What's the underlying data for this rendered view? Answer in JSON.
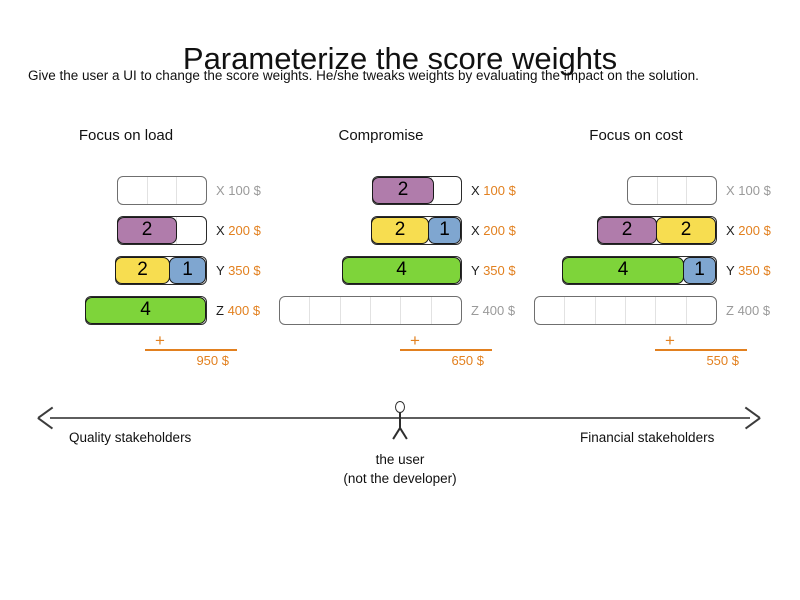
{
  "header": {
    "title": "Parameterize the score weights",
    "subtitle": "Give the user a UI to change the score weights. He/she tweaks weights by evaluating the impact on the solution."
  },
  "colors": {
    "purple": "#b07cab",
    "yellow": "#f7dd50",
    "blue": "#7fa6d0",
    "green": "#7ed43a",
    "accent_orange": "#e2801f",
    "muted_grey": "#9a9a9a",
    "track_border": "#6f6f6f"
  },
  "scenarios": [
    {
      "title": "Focus on load",
      "rows": [
        {
          "key": "X",
          "amount": "100 $",
          "muted": true,
          "track_cells": 3,
          "track_width": 90,
          "segments": []
        },
        {
          "key": "X",
          "amount": "200 $",
          "muted": false,
          "track_cells": 3,
          "track_width": 90,
          "segments": [
            {
              "value": "2",
              "color": "purple",
              "width": 60
            }
          ]
        },
        {
          "key": "Y",
          "amount": "350 $",
          "muted": false,
          "track_cells": 3,
          "track_width": 90,
          "segments": [
            {
              "value": "2",
              "color": "yellow",
              "width": 55
            },
            {
              "value": "1",
              "color": "blue",
              "width": 37
            }
          ]
        },
        {
          "key": "Z",
          "amount": "400 $",
          "muted": false,
          "track_cells": 3,
          "track_width": 90,
          "segments": [
            {
              "value": "4",
              "color": "green",
              "width": 122
            }
          ]
        }
      ],
      "total": {
        "plus": "+",
        "value": "950 $"
      }
    },
    {
      "title": "Compromise",
      "rows": [
        {
          "key": "X",
          "amount": "100 $",
          "muted": false,
          "track_cells": 3,
          "track_width": 90,
          "segments": [
            {
              "value": "2",
              "color": "purple",
              "width": 62
            }
          ]
        },
        {
          "key": "X",
          "amount": "200 $",
          "muted": false,
          "track_cells": 3,
          "track_width": 90,
          "segments": [
            {
              "value": "2",
              "color": "yellow",
              "width": 58
            },
            {
              "value": "1",
              "color": "blue",
              "width": 33
            }
          ]
        },
        {
          "key": "Y",
          "amount": "350 $",
          "muted": false,
          "track_cells": 3,
          "track_width": 90,
          "segments": [
            {
              "value": "4",
              "color": "green",
              "width": 120
            }
          ]
        },
        {
          "key": "Z",
          "amount": "400 $",
          "muted": true,
          "track_cells": 6,
          "track_width": 183,
          "segments": []
        }
      ],
      "total": {
        "plus": "+",
        "value": "650 $"
      }
    },
    {
      "title": "Focus on cost",
      "rows": [
        {
          "key": "X",
          "amount": "100 $",
          "muted": true,
          "track_cells": 3,
          "track_width": 90,
          "segments": []
        },
        {
          "key": "X",
          "amount": "200 $",
          "muted": false,
          "track_cells": 3,
          "track_width": 90,
          "segments": [
            {
              "value": "2",
              "color": "purple",
              "width": 60
            },
            {
              "value": "2",
              "color": "yellow",
              "width": 60
            }
          ]
        },
        {
          "key": "Y",
          "amount": "350 $",
          "muted": false,
          "track_cells": 3,
          "track_width": 90,
          "segments": [
            {
              "value": "4",
              "color": "green",
              "width": 122
            },
            {
              "value": "1",
              "color": "blue",
              "width": 33
            }
          ]
        },
        {
          "key": "Z",
          "amount": "400 $",
          "muted": true,
          "track_cells": 6,
          "track_width": 183,
          "segments": []
        }
      ],
      "total": {
        "plus": "+",
        "value": "550 $"
      }
    }
  ],
  "spectrum": {
    "left_label": "Quality stakeholders",
    "right_label": "Financial stakeholders",
    "user_caption_line1": "the user",
    "user_caption_line2": "(not the developer)",
    "stickman_icon": "stick-figure-icon",
    "arrow_left_icon": "arrow-left-icon",
    "arrow_right_icon": "arrow-right-icon"
  }
}
